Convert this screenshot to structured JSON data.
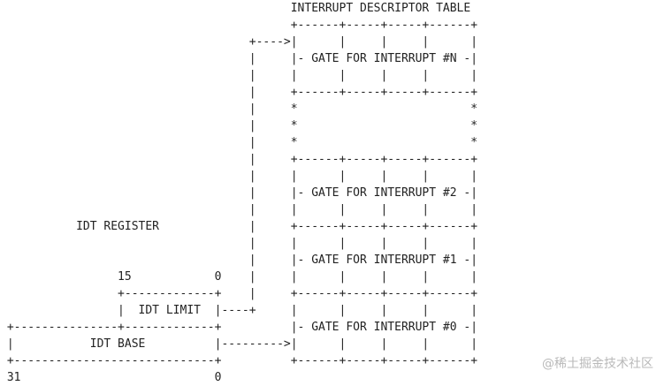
{
  "diagram": {
    "title": "INTERRUPT DESCRIPTOR TABLE",
    "lines": [
      "                                          INTERRUPT DESCRIPTOR TABLE",
      "                                          +------+-----+-----+------+",
      "                                    +---->|      |     |     |      |",
      "                                    |     |- GATE FOR INTERRUPT #N -|",
      "                                    |     |      |     |     |      |",
      "                                    |     +------+-----+-----+------+",
      "                                    |     *                         *",
      "                                    |     *                         *",
      "                                    |     *                         *",
      "                                    |     +------+-----+-----+------+",
      "                                    |     |      |     |     |      |",
      "                                    |     |- GATE FOR INTERRUPT #2 -|",
      "                                    |     |      |     |     |      |",
      "           IDT REGISTER             |     +------+-----+-----+------+",
      "                                    |     |      |     |     |      |",
      "                                    |     |- GATE FOR INTERRUPT #1 -|",
      "                 15            0    |     |      |     |     |      |",
      "                 +-------------+    |     +------+-----+-----+------+",
      "                 |  IDT LIMIT  |----+     |      |     |     |      |",
      " +---------------+-------------+          |- GATE FOR INTERRUPT #0 -|",
      " |           IDT BASE          |--------->|      |     |     |      |",
      " +-----------------------------+          +------+-----+-----+------+",
      " 31                            0"
    ],
    "table_entries": [
      "GATE FOR INTERRUPT #N",
      "GATE FOR INTERRUPT #2",
      "GATE FOR INTERRUPT #1",
      "GATE FOR INTERRUPT #0"
    ],
    "register_label": "IDT REGISTER",
    "register_fields": [
      "IDT LIMIT",
      "IDT BASE"
    ],
    "bit_markers": [
      "15",
      "0",
      "31",
      "0"
    ]
  },
  "watermark": "@稀土掘金技术社区"
}
